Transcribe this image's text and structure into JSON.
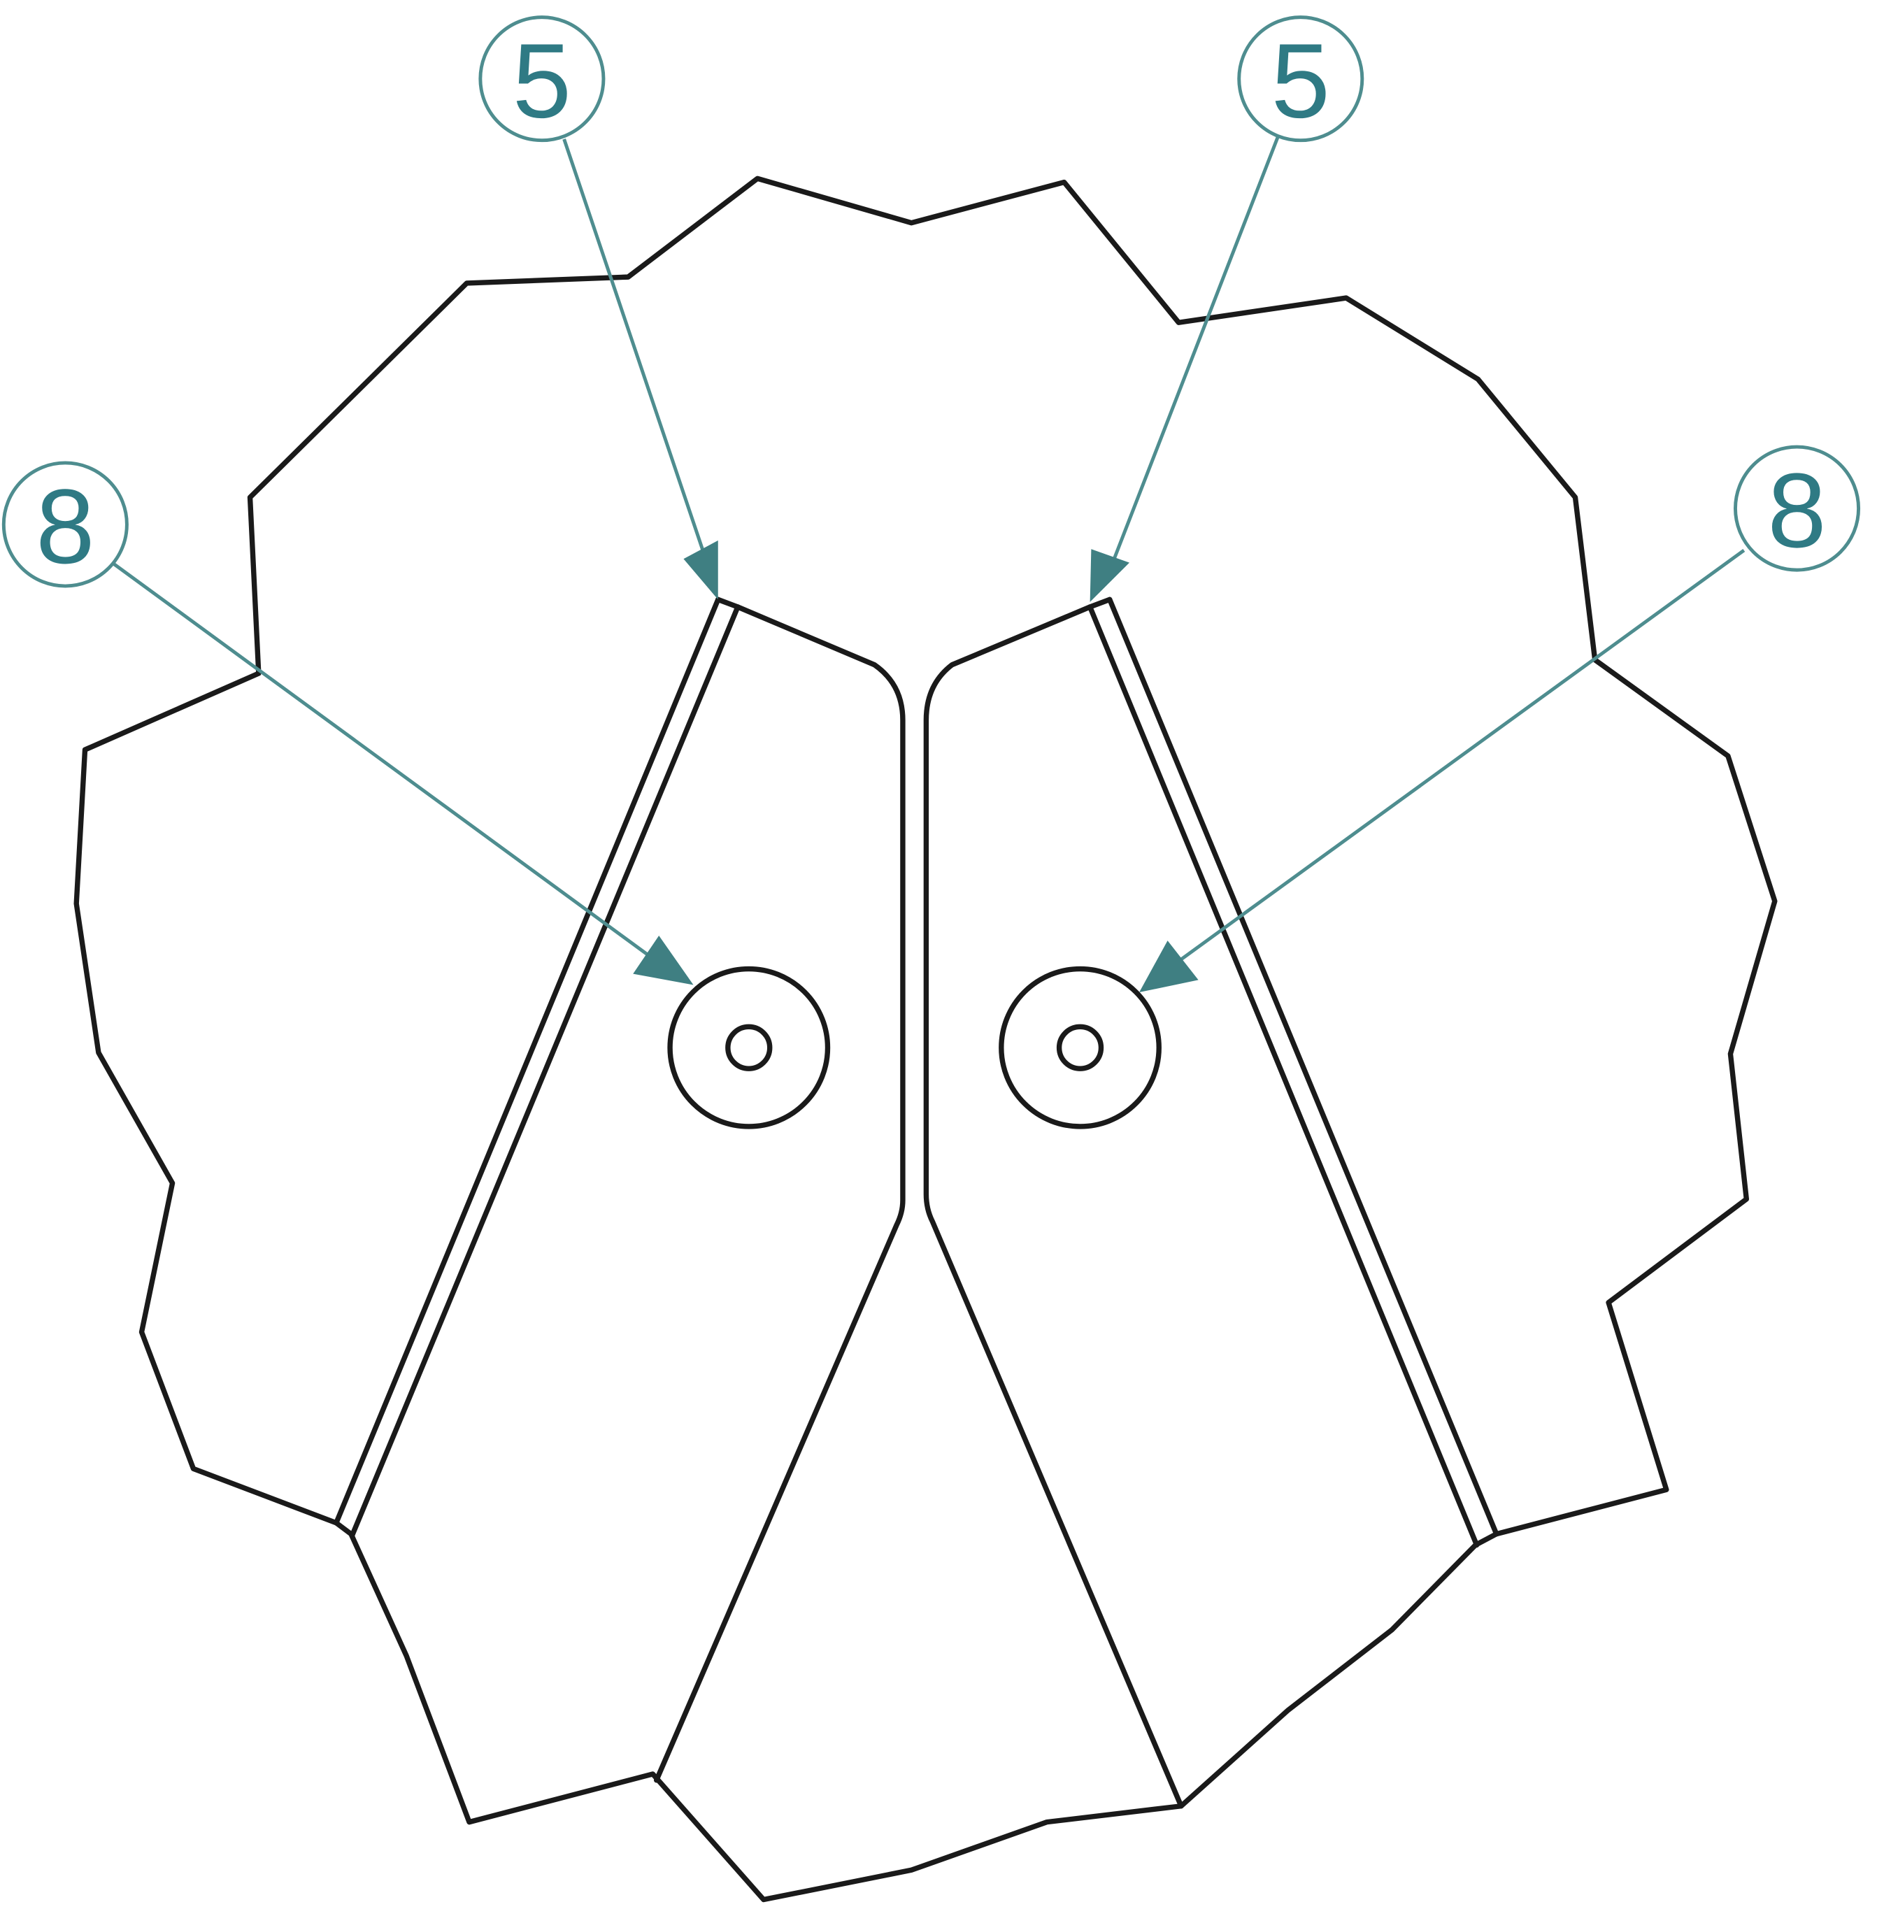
{
  "diagram": {
    "callouts": [
      {
        "id": "left-top",
        "label": "5"
      },
      {
        "id": "right-top",
        "label": "5"
      },
      {
        "id": "left-side",
        "label": "8"
      },
      {
        "id": "right-side",
        "label": "8"
      }
    ]
  },
  "colors": {
    "outline": "#1a1a1a",
    "callout": "#4e8d8f",
    "callout_text": "#2f7a84",
    "background": "#ffffff"
  }
}
